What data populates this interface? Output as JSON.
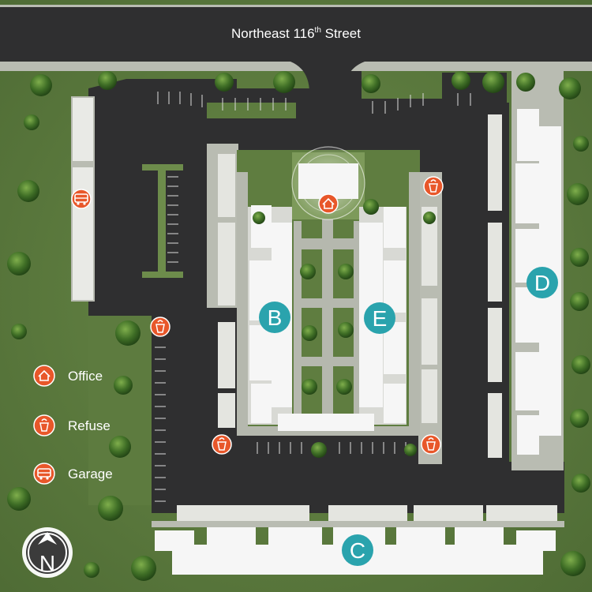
{
  "street": {
    "name": "Northeast 116",
    "suffix": "th",
    "tail": " Street"
  },
  "buildings": [
    {
      "letter": "B"
    },
    {
      "letter": "E"
    },
    {
      "letter": "D"
    },
    {
      "letter": "C"
    }
  ],
  "legend": [
    {
      "label": "Office",
      "icon": "office-icon"
    },
    {
      "label": "Refuse",
      "icon": "refuse-icon"
    },
    {
      "label": "Garage",
      "icon": "garage-icon"
    }
  ],
  "compass": {
    "letter": "N"
  },
  "colors": {
    "grass": "#5f7d40",
    "road": "#2f2f30",
    "sidewalk": "#c9cbc4",
    "building": "#f6f6f6",
    "marker": "#e8572a",
    "badge": "#2aa3ad"
  }
}
